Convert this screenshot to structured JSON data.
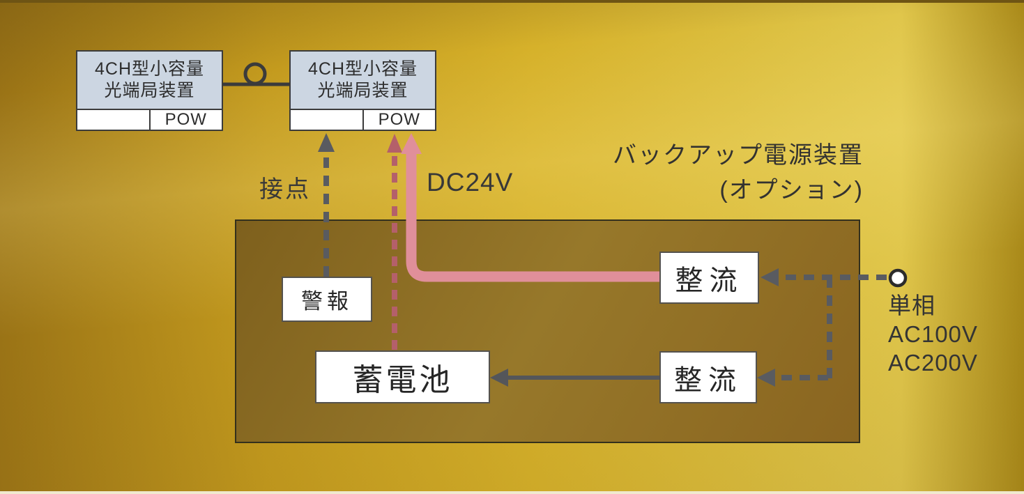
{
  "diagram": {
    "title": "バックアップ電源装置",
    "subtitle": "(オプション)",
    "device": {
      "line1": "4CH型小容量",
      "line2": "光端局装置",
      "pow_label": "POW"
    },
    "labels": {
      "contact": "接点",
      "dc24v": "DC24V",
      "alarm": "警報",
      "battery": "蓄電池",
      "rectifier_top": "整流",
      "rectifier_bottom": "整流",
      "phase": "単相",
      "ac100": "AC100V",
      "ac200": "AC200V"
    },
    "colors": {
      "background_gold_dark": "#9a7316",
      "background_gold_bright": "#ddc143",
      "panel_brown": "#97782a",
      "device_fill": "#ccd6e2",
      "box_border": "#3b3b3b",
      "arrow_gray": "#595b60",
      "arrow_pink_solid": "#e08f9a",
      "arrow_pink_dashed": "#b4606a",
      "text_dark": "#333333"
    }
  }
}
